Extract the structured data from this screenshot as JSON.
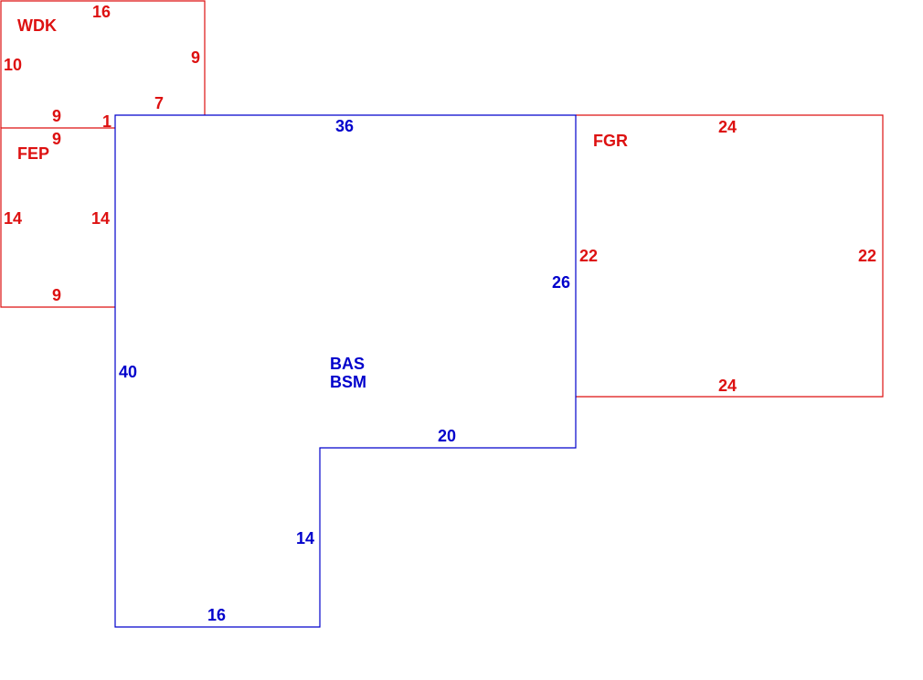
{
  "colors": {
    "main": "#0000cc",
    "attached": "#dd1111"
  },
  "areas": {
    "wdk": {
      "code": "WDK",
      "dims": {
        "top": "16",
        "left": "10",
        "right": "9",
        "bottom": "9",
        "bottom_right": "7",
        "bottom_small": "1"
      }
    },
    "fep": {
      "code": "FEP",
      "dims": {
        "top": "9",
        "left": "14",
        "right": "14",
        "bottom": "9"
      }
    },
    "bas": {
      "code": "BAS",
      "code2": "BSM",
      "dims": {
        "top": "36",
        "left": "40",
        "right": "26",
        "notch_top": "20",
        "notch_side": "14",
        "bottom": "16"
      }
    },
    "fgr": {
      "code": "FGR",
      "dims": {
        "top": "24",
        "left": "22",
        "right": "22",
        "bottom": "24"
      }
    }
  }
}
